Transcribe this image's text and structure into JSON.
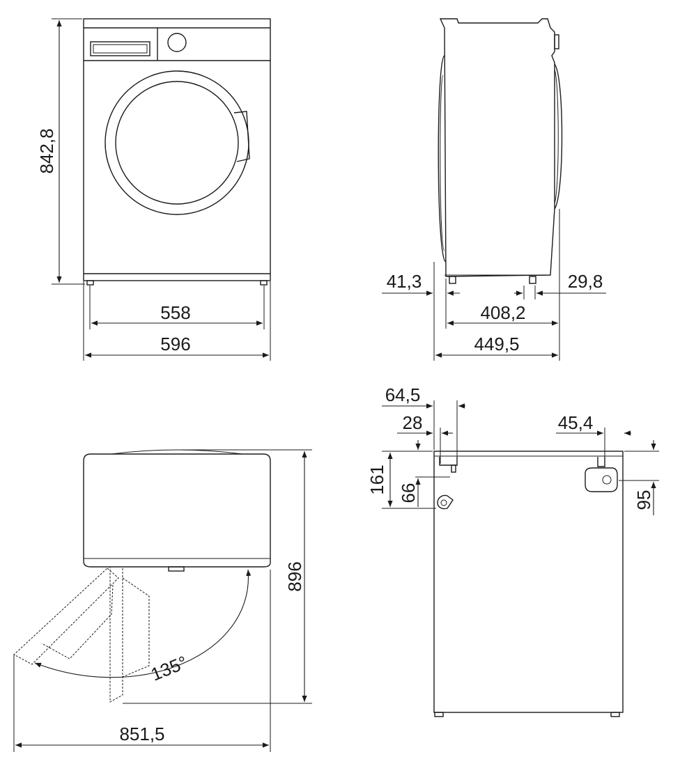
{
  "front_view": {
    "height_label": "842,8",
    "feet_width_label": "558",
    "total_width_label": "596"
  },
  "side_view": {
    "front_offset_label": "41,3",
    "rear_offset_label": "29,8",
    "body_depth_label": "408,2",
    "total_depth_label": "449,5"
  },
  "top_view": {
    "door_angle_label": "135°",
    "total_depth_label": "896",
    "door_open_width_label": "851,5"
  },
  "rear_view": {
    "left_outer_label": "64,5",
    "left_inner_label": "28",
    "right_offset_label": "45,4",
    "inlet_height_label": "161",
    "inlet_offset_label": "66",
    "outlet_height_label": "95"
  }
}
